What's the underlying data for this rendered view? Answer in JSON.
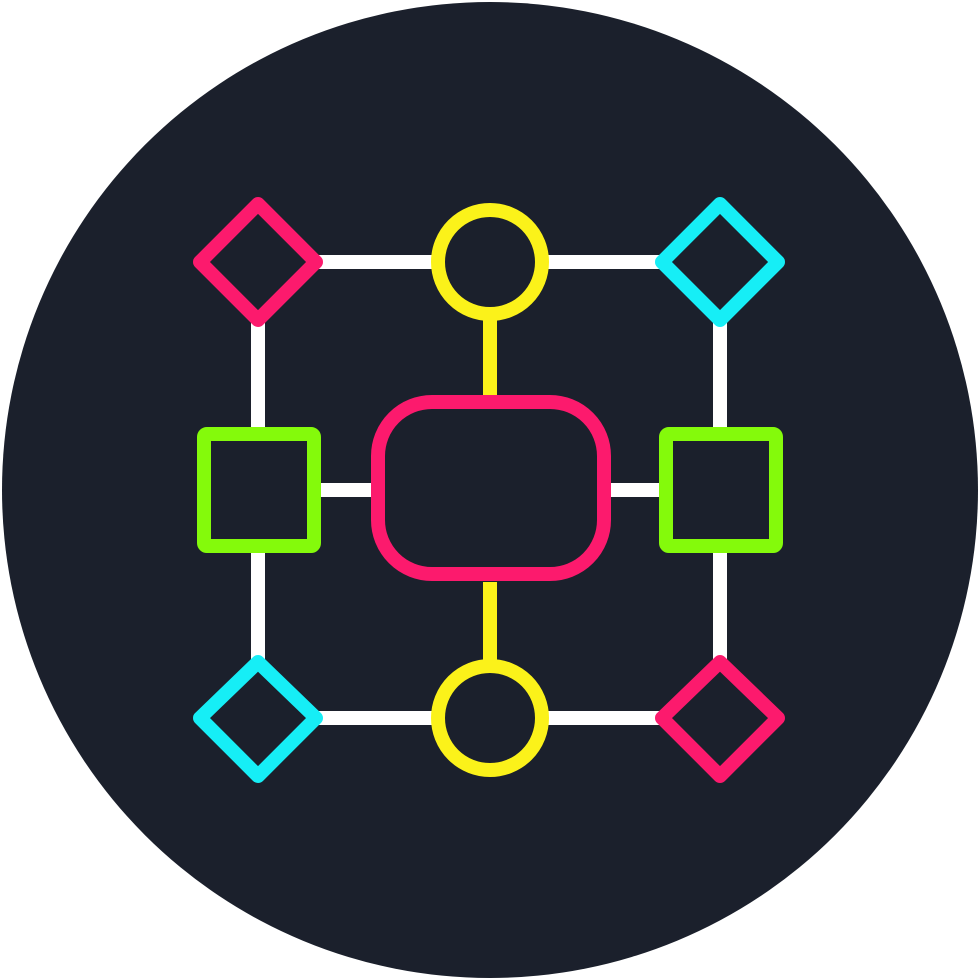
{
  "icon": {
    "name": "workflow-diagram-icon",
    "colors": {
      "background": "#1b202c",
      "connector": "#ffffff",
      "pink": "#fc1a6d",
      "yellow": "#fbf21a",
      "cyan": "#16eef6",
      "green": "#84fa0b",
      "page": "#ffffff"
    },
    "nodes": [
      {
        "id": "diamond-top-left",
        "shape": "diamond",
        "color": "pink"
      },
      {
        "id": "circle-top",
        "shape": "circle",
        "color": "yellow"
      },
      {
        "id": "diamond-top-right",
        "shape": "diamond",
        "color": "cyan"
      },
      {
        "id": "square-left",
        "shape": "square",
        "color": "green"
      },
      {
        "id": "rounded-rect-center",
        "shape": "rounded-rect",
        "color": "pink"
      },
      {
        "id": "square-right",
        "shape": "square",
        "color": "green"
      },
      {
        "id": "diamond-bottom-left",
        "shape": "diamond",
        "color": "cyan"
      },
      {
        "id": "circle-bottom",
        "shape": "circle",
        "color": "yellow"
      },
      {
        "id": "diamond-bottom-right",
        "shape": "diamond",
        "color": "pink"
      }
    ]
  }
}
